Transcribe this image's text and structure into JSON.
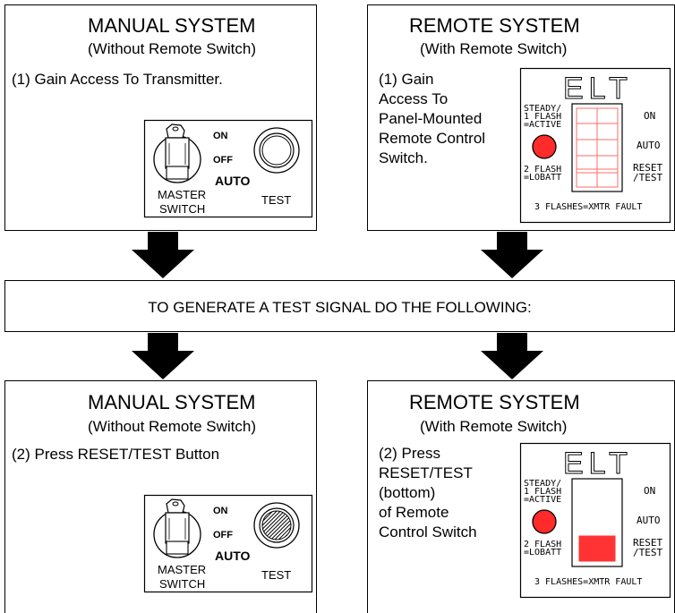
{
  "top_left": {
    "title": "MANUAL SYSTEM",
    "subtitle": "(Without Remote Switch)",
    "step": "(1)  Gain Access To Transmitter.",
    "panel": {
      "on": "ON",
      "off": "OFF",
      "auto": "AUTO",
      "master_line1": "MASTER",
      "master_line2": "SWITCH",
      "test": "TEST"
    }
  },
  "top_right": {
    "title": "REMOTE SYSTEM",
    "subtitle": "(With Remote Switch)",
    "step_lines": [
      "(1)  Gain",
      "Access To",
      "Panel-Mounted",
      "Remote Control",
      "Switch."
    ],
    "panel": {
      "elt": "ELT",
      "steady": [
        "STEADY/",
        "1 FLASH",
        "=ACTIVE"
      ],
      "lobatt": [
        "2 FLASH",
        "=LOBATT"
      ],
      "on": "ON",
      "auto": "AUTO",
      "reset": [
        "RESET",
        "/TEST"
      ],
      "fault": "3 FLASHES=XMTR FAULT"
    }
  },
  "banner": {
    "text": "TO GENERATE A TEST SIGNAL DO THE FOLLOWING:"
  },
  "bottom_left": {
    "title": "MANUAL SYSTEM",
    "subtitle": "(Without Remote Switch)",
    "step": "(2)  Press RESET/TEST Button",
    "panel": {
      "on": "ON",
      "off": "OFF",
      "auto": "AUTO",
      "master_line1": "MASTER",
      "master_line2": "SWITCH",
      "test": "TEST"
    }
  },
  "bottom_right": {
    "title": "REMOTE SYSTEM",
    "subtitle": "(With Remote Switch)",
    "step_lines": [
      "(2)  Press",
      "RESET/TEST",
      "(bottom)",
      "of Remote",
      "Control Switch"
    ],
    "panel": {
      "elt": "ELT",
      "steady": [
        "STEADY/",
        "1 FLASH",
        "=ACTIVE"
      ],
      "lobatt": [
        "2 FLASH",
        "=LOBATT"
      ],
      "on": "ON",
      "auto": "AUTO",
      "reset": [
        "RESET",
        "/TEST"
      ],
      "fault": "3 FLASHES=XMTR FAULT"
    }
  },
  "colors": {
    "indicator_red": "#ff2a2a",
    "switch_outline_red": "#ff6b6b",
    "pressed_red": "#ff3333",
    "arrow": "#000000"
  }
}
